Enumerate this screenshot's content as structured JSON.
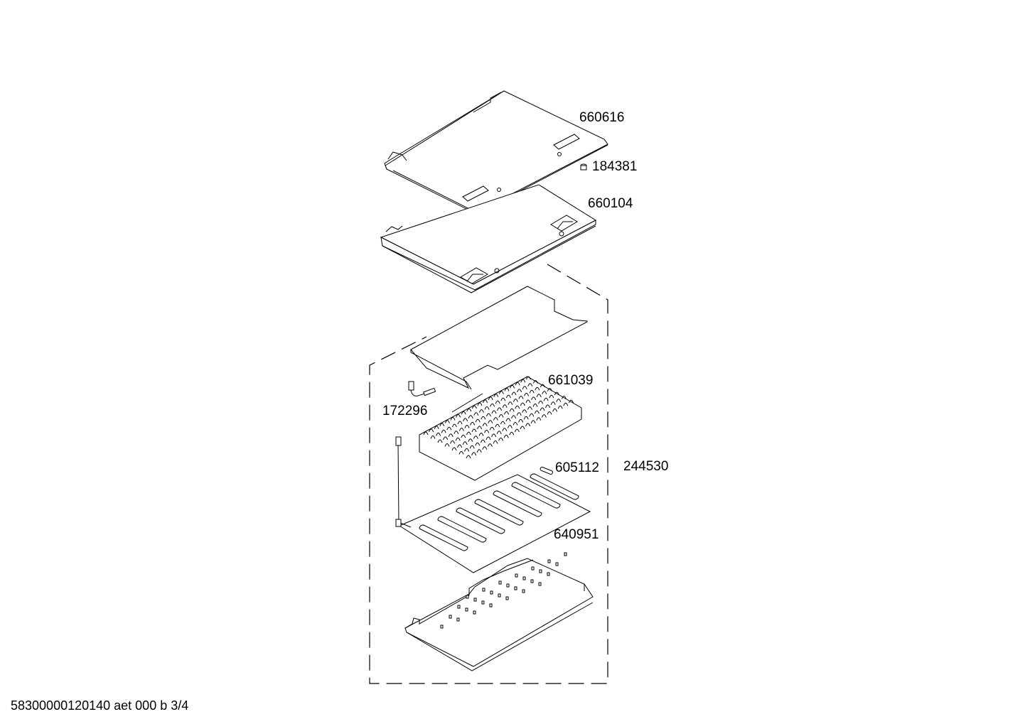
{
  "labels": {
    "part_660616": "660616",
    "part_184381": "184381",
    "part_660104": "660104",
    "part_661039": "661039",
    "part_172296": "172296",
    "part_605112": "605112",
    "part_244530": "244530",
    "part_640951": "640951"
  },
  "footer": "58300000120140 aet 000 b 3/4"
}
